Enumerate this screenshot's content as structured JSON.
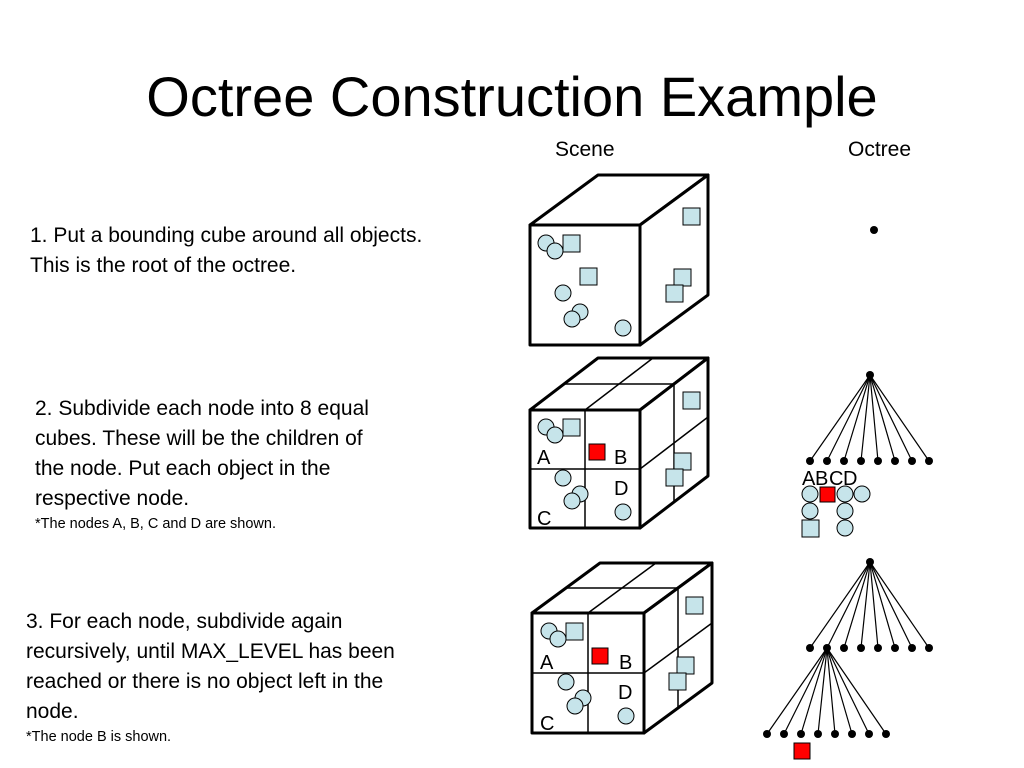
{
  "slide": {
    "title": "Octree Construction Example",
    "scene_label": "Scene",
    "octree_label": "Octree"
  },
  "steps": [
    {
      "lines": [
        "1. Put a bounding cube around all objects.",
        "This is the root of the octree."
      ],
      "note": ""
    },
    {
      "lines": [
        "2. Subdivide each node into 8 equal",
        "cubes. These will be the children of",
        "the node. Put each object in the",
        "respective node."
      ],
      "note": "*The nodes A, B, C and D are shown."
    },
    {
      "lines": [
        "3. For each node, subdivide again",
        "recursively, until MAX_LEVEL has been",
        "reached or there is no object left in the",
        "node."
      ],
      "note": "*The node B is shown."
    }
  ],
  "cube_labels": {
    "a": "A",
    "b": "B",
    "c": "C",
    "d": "D"
  },
  "tree_labels": {
    "a": "A",
    "b": "B",
    "c": "C",
    "d": "D"
  },
  "colors": {
    "object_fill": "#c6e4ea",
    "highlight": "#ff0000",
    "stroke": "#000000"
  },
  "icons": {
    "sphere": "circle",
    "box": "square"
  }
}
